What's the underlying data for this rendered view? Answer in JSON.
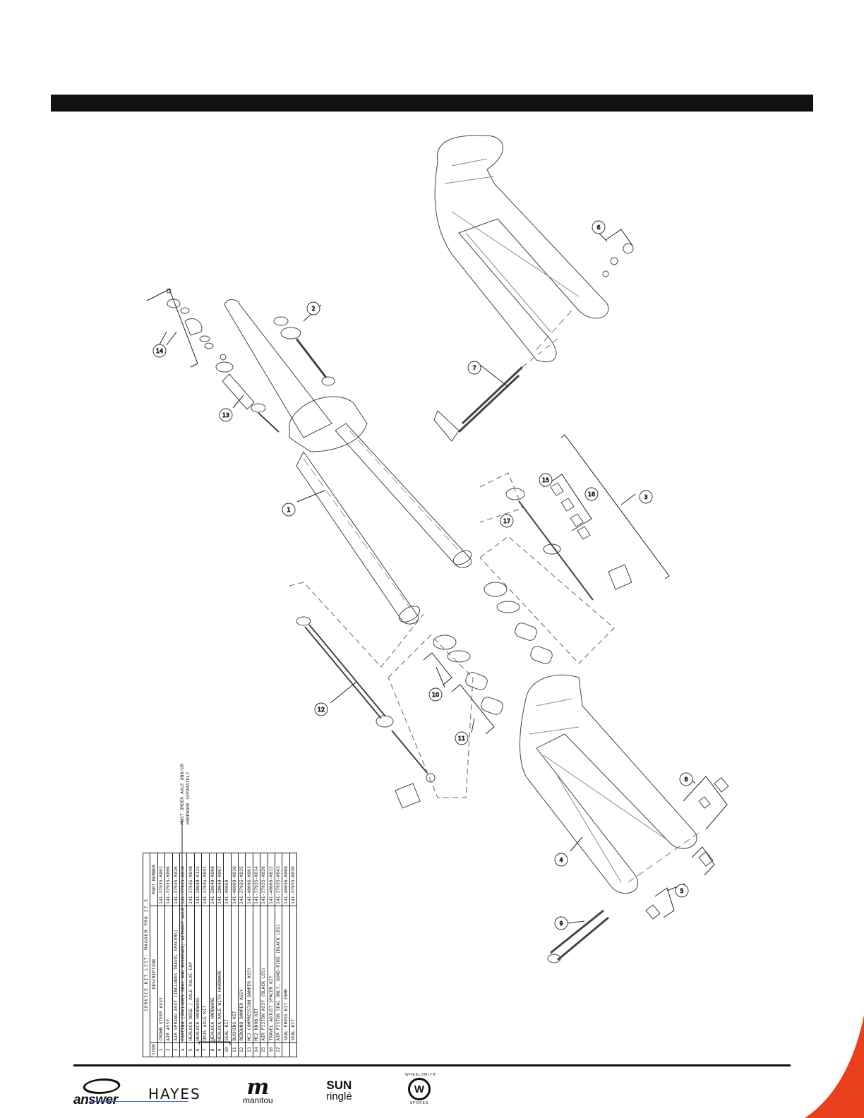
{
  "callouts": [
    "1",
    "2",
    "3",
    "4",
    "5",
    "6",
    "7",
    "8",
    "9",
    "10",
    "11",
    "12",
    "13",
    "14",
    "15",
    "16",
    "17"
  ],
  "note": "MUST ORDER AXLE AND/OR HARDWARE SEPARATELY",
  "table": {
    "title": "SERVICE KIT LIST: MAGNUM PRO 27.5",
    "headers": {
      "item": "ITEM",
      "description": "DESCRIPTION",
      "part": "PART NUMBER"
    },
    "rows": [
      {
        "item": "1",
        "description": "CROWN STEER ASSY",
        "part": "141-37935-K002"
      },
      {
        "item": "2",
        "description": "AIR ASSY",
        "part": "141-37935-K006"
      },
      {
        "item": "3",
        "description": "AIR SPRING ASSY (INCLUDES TRAVEL SPACERS)",
        "part": "141-37935-K026"
      },
      {
        "item": "4",
        "description": "CASTING (INCLUDES SEAL AND BUSHINGS) WITHOUT AXLE",
        "part": "141-37935-K030"
      },
      {
        "item": "5",
        "description": "HEXLOCK NOSE / AXLE VALVE CAP",
        "part": "141-37935-K048"
      },
      {
        "item": "6",
        "description": "HEXLOCK HARDWARE",
        "part": "141-28048-K124"
      },
      {
        "item": "7",
        "description": "QR15 AXLE KIT",
        "part": "141-37935-K041"
      },
      {
        "item": "8",
        "description": "HEXLOCK HARDWARE",
        "part": "141-28048-K008"
      },
      {
        "item": "9",
        "description": "HEXLOCK AXLE WITH HARDWARE",
        "part": "141-28048-K007"
      },
      {
        "item": "10",
        "description": "SEAL KIT",
        "part": "141-40060"
      },
      {
        "item": "11",
        "description": "BUSHING KIT",
        "part": "141-40060-K016"
      },
      {
        "item": "12",
        "description": "REBOUND DAMPER ASSY",
        "part": "141-37935-K035"
      },
      {
        "item": "13",
        "description": "MC2 COMPRESSION DAMPER ASSY",
        "part": "141-40096-K001"
      },
      {
        "item": "14",
        "description": "MC2 KNOB KIT",
        "part": "141-37935-K014"
      },
      {
        "item": "15",
        "description": "AIR PISTON ASSY (BLACK LEG)",
        "part": "141-37935-K020"
      },
      {
        "item": "16",
        "description": "TRAVEL ADJUST SPACER KIT",
        "part": "141-40060-K012"
      },
      {
        "item": "17",
        "description": "AIR PISTON SEAL ONLY, QUAD-RING (BLACK LEG)",
        "part": "141-37935-K043"
      },
      {
        "item": "",
        "description": "SEAL PRESS KIT 35MM",
        "part": "141-40036-K008"
      },
      {
        "item": "",
        "description": "SEAL KIT",
        "part": "141-37935-K039"
      }
    ]
  },
  "logos": {
    "answer": "answer",
    "hayes": "HAYES",
    "manitou_mark": "m",
    "manitou": "manitou",
    "sun": "SUN",
    "ringle": "ringlé",
    "wheelsmith_top": "WHEELSMITH",
    "wheelsmith_mark": "W",
    "wheelsmith_bottom": "SPOKES"
  },
  "colors": {
    "bar": "#111111",
    "accent": "#e8401c",
    "link": "#3a5bd9"
  }
}
